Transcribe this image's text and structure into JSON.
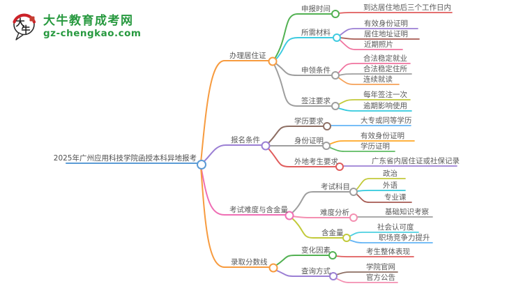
{
  "logo": {
    "title": "大牛教育成考网",
    "domain": "gz-chengkao.com",
    "icon_chars": [
      "大",
      "牛"
    ],
    "brand_green": "#27993f",
    "accent_red": "#cc2229"
  },
  "mindmap": {
    "root": {
      "label": "2025年广州应用科技学院函授本科异地报考",
      "color": "#5b9bd5"
    },
    "branches": [
      {
        "label": "办理居住证",
        "color": "#f79b3f",
        "children": [
          {
            "label": "申报时间",
            "color": "#52b152",
            "children": [
              {
                "label": "到达居住地后三个工作日内",
                "color": "#e05c5c"
              }
            ]
          },
          {
            "label": "所需材料",
            "color": "#3ecbe0",
            "children": [
              {
                "label": "有效身份证明",
                "color": "#9b7fd4"
              },
              {
                "label": "居住地址证明",
                "color": "#a65a52"
              },
              {
                "label": "近期照片",
                "color": "#f0739f"
              }
            ]
          },
          {
            "label": "申领条件",
            "color": "#9e9e9e",
            "children": [
              {
                "label": "合法稳定就业",
                "color": "#f0739f"
              },
              {
                "label": "合法稳定住所",
                "color": "#9e9e9e"
              },
              {
                "label": "连续就读",
                "color": "#f5a158"
              }
            ]
          },
          {
            "label": "签注要求",
            "color": "#9e9e9e",
            "children": [
              {
                "label": "每年签注一次",
                "color": "#c2ca3a"
              },
              {
                "label": "逾期影响使用",
                "color": "#30c9dd"
              }
            ]
          }
        ]
      },
      {
        "label": "报名条件",
        "color": "#9b7fd4",
        "children": [
          {
            "label": "学历要求",
            "color": "#8d6e63",
            "children": [
              {
                "label": "大专或同等学历",
                "color": "#64b5f6"
              }
            ]
          },
          {
            "label": "身份证明",
            "color": "#9e9e9e",
            "children": [
              {
                "label": "有效身份证明",
                "color": "#ffa726"
              },
              {
                "label": "学历证明",
                "color": "#5fbb63"
              }
            ]
          },
          {
            "label": "外地考生要求",
            "color": "#e05c5c",
            "children": [
              {
                "label": "广东省内居住证或社保记录",
                "color": "#9b7fd4"
              }
            ]
          }
        ]
      },
      {
        "label": "考试难度与含金量",
        "color": "#ef6eb4",
        "children": [
          {
            "label": "考试科目",
            "color": "#9e9e9e",
            "children": [
              {
                "label": "政治",
                "color": "#c2ca3a"
              },
              {
                "label": "外语",
                "color": "#30c9dd"
              },
              {
                "label": "专业课",
                "color": "#a65a52"
              }
            ]
          },
          {
            "label": "难度分析",
            "color": "#f48fb1",
            "children": [
              {
                "label": "基础知识考察",
                "color": "#9e9e9e"
              }
            ]
          },
          {
            "label": "含金量",
            "color": "#c2ca3a",
            "children": [
              {
                "label": "社会认可度",
                "color": "#4dd0e1"
              },
              {
                "label": "职场竞争力提升",
                "color": "#64b5f6"
              }
            ]
          }
        ]
      },
      {
        "label": "录取分数线",
        "color": "#f79b3f",
        "children": [
          {
            "label": "变化因素",
            "color": "#52b152",
            "children": [
              {
                "label": "考生整体表现",
                "color": "#e05c5c"
              }
            ]
          },
          {
            "label": "查询方式",
            "color": "#9b7fd4",
            "children": [
              {
                "label": "学院官网",
                "color": "#8d6e63"
              },
              {
                "label": "官方公告",
                "color": "#f48fb1"
              }
            ]
          }
        ]
      }
    ]
  }
}
